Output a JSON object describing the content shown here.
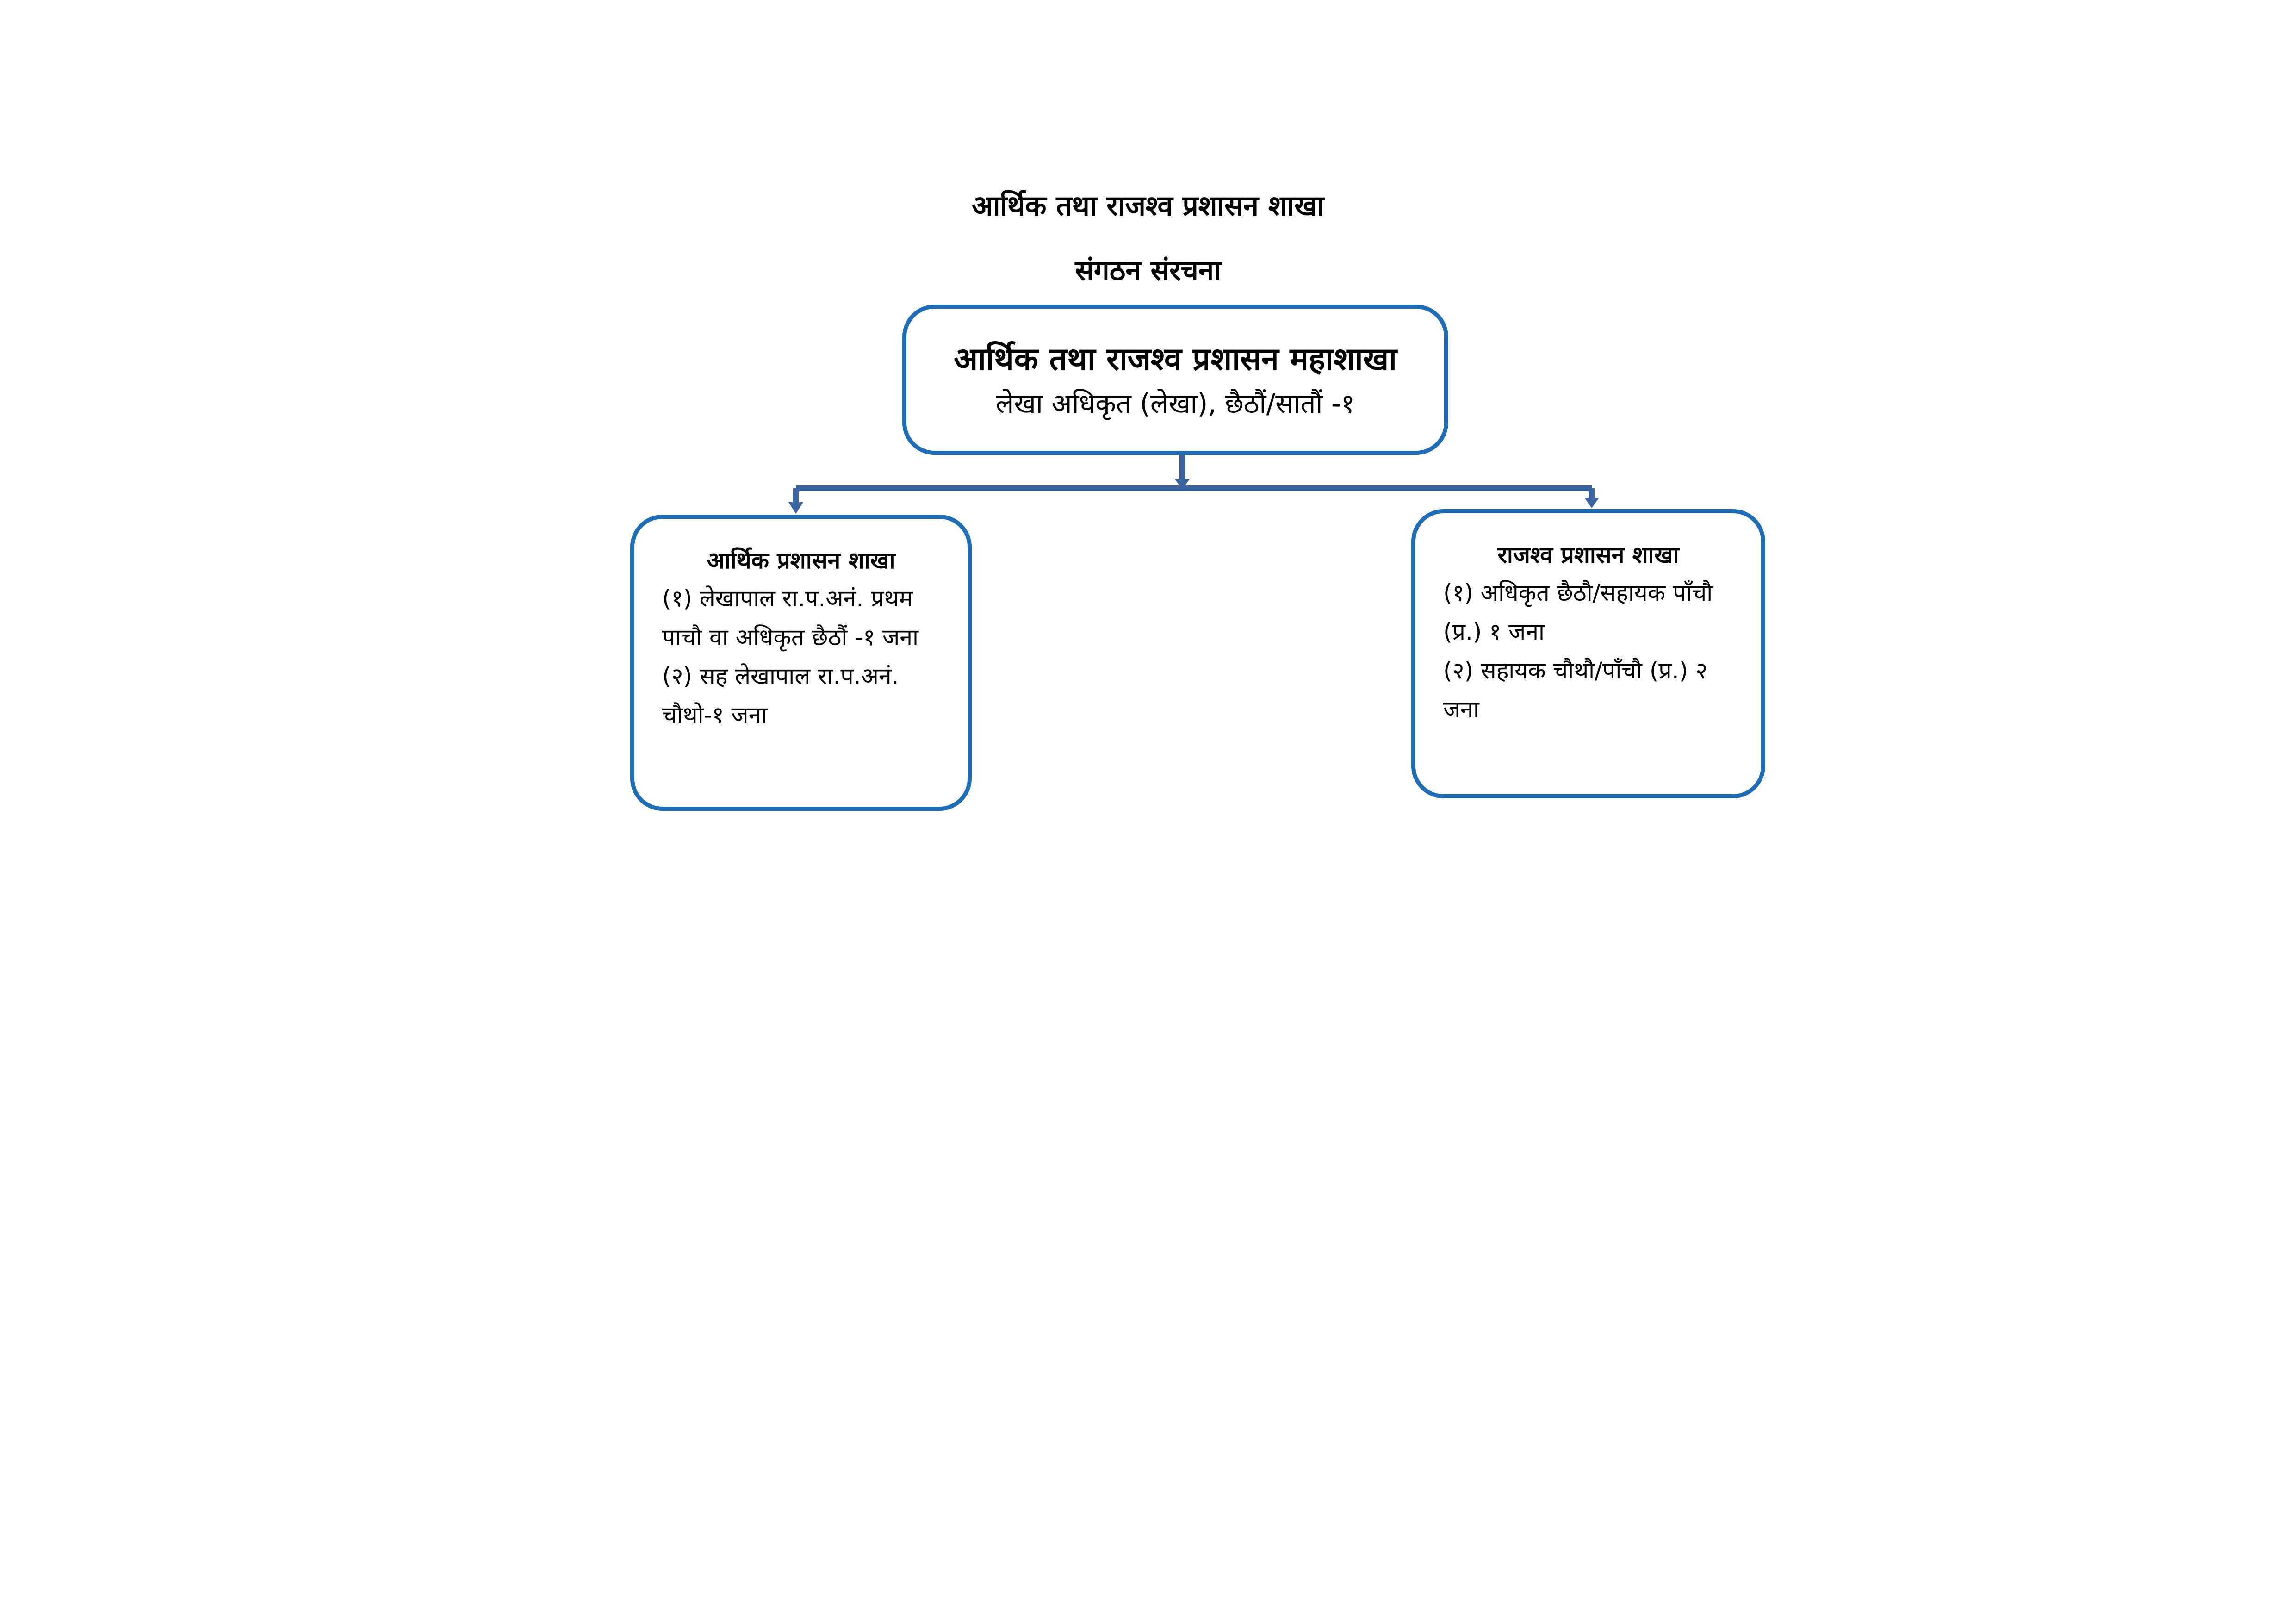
{
  "header": {
    "title": "आर्थिक तथा राजश्व प्रशासन शाखा",
    "subtitle": "संगठन संरचना"
  },
  "colors": {
    "box_border": "#1f6db5",
    "connector": "#3a63a0"
  },
  "top_box": {
    "title": "आर्थिक तथा राजश्व प्रशासन महाशाखा",
    "line": "लेखा अधिकृत (लेखा), छैठौं/सातौं -१"
  },
  "left_box": {
    "title": "आर्थिक प्रशासन शाखा",
    "items": [
      "(१) लेखापाल रा.प.अनं. प्रथम पाचौ वा अधिकृत छैठौं -१ जना",
      "(२) सह लेखापाल रा.प.अनं. चौथो-१ जना"
    ]
  },
  "right_box": {
    "title": "राजश्व प्रशासन शाखा",
    "items": [
      "(१) अधिकृत छैठौ/सहायक पाँचौ (प्र.) १ जना",
      "(२) सहायक चौथौ/पाँचौ (प्र.) २ जना"
    ]
  }
}
